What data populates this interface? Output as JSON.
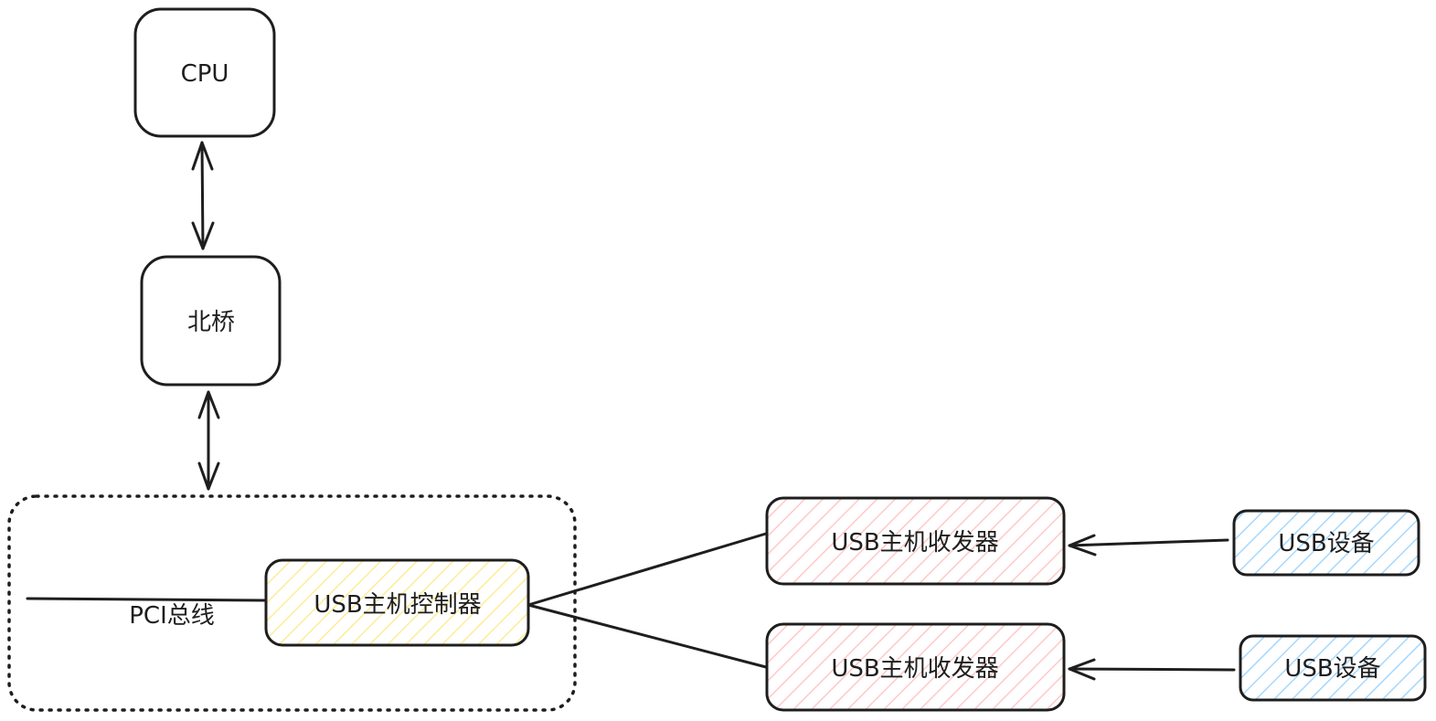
{
  "nodes": {
    "cpu": {
      "label": "CPU"
    },
    "northbridge": {
      "label": "北桥"
    },
    "usb_host_controller": {
      "label": "USB主机控制器"
    },
    "pci_bus": {
      "label": "PCI总线"
    },
    "transceiver_1": {
      "label": "USB主机收发器"
    },
    "transceiver_2": {
      "label": "USB主机收发器"
    },
    "usb_device_1": {
      "label": "USB设备"
    },
    "usb_device_2": {
      "label": "USB设备"
    }
  },
  "colors": {
    "stroke": "#1e1e1e",
    "controller_hatch": "#ffec99",
    "transceiver_hatch": "#ffc9c9",
    "device_hatch": "#a5d8ff"
  }
}
